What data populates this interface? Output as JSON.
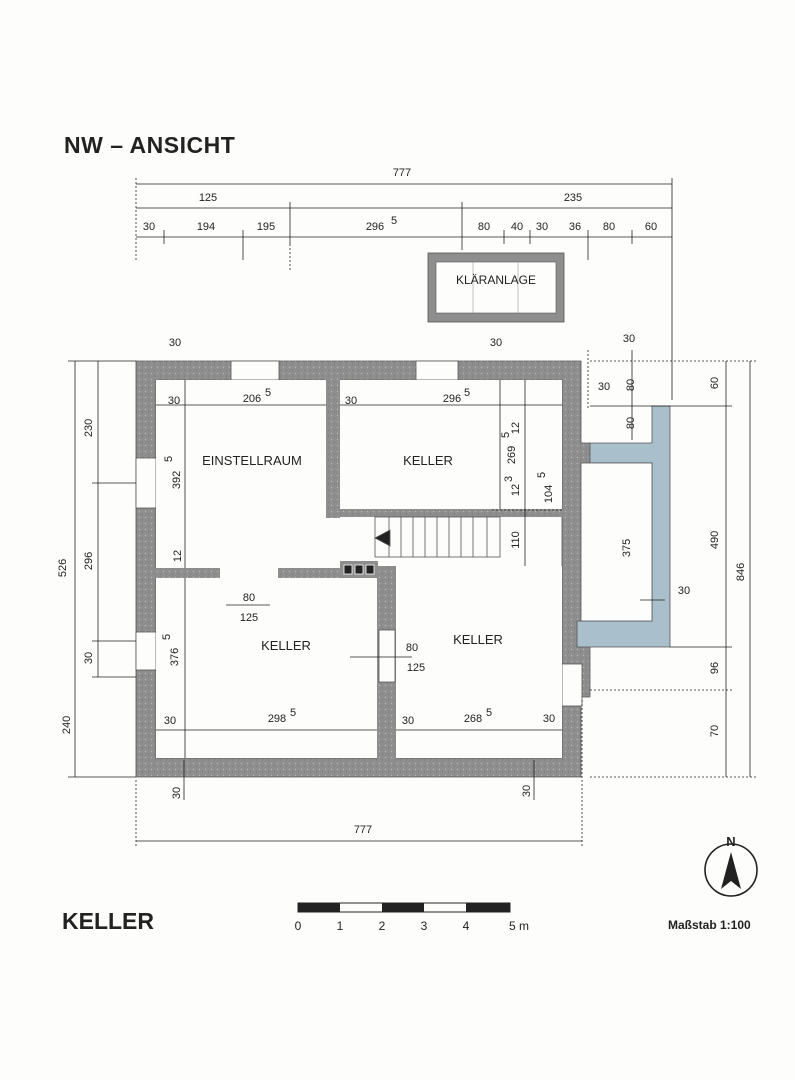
{
  "view_title": "NW – ANSICHT",
  "floor_title": "KELLER",
  "scale_label": "Maßstab 1:100",
  "north_label": "N",
  "scale_bar_labels": [
    "0",
    "1",
    "2",
    "3",
    "4",
    "5 m"
  ],
  "rooms": {
    "einstellraum": "EINSTELLRAUM",
    "keller_ne": "KELLER",
    "keller_sw": "KELLER",
    "keller_se": "KELLER",
    "klaeranlage": "KLÄRANLAGE"
  },
  "dimensions": {
    "top_total": "777",
    "top_125": "125",
    "top_235": "235",
    "top_30a": "30",
    "top_194": "194",
    "top_195": "195",
    "top_296": "296",
    "top_296_sup": "5",
    "top_80a": "80",
    "top_40": "40",
    "top_30b": "30",
    "top_36": "36",
    "top_80b": "80",
    "top_60": "60",
    "wall_30_left": "30",
    "wall_30_mid": "30",
    "wall_30_right": "30",
    "left_526": "526",
    "left_230": "230",
    "left_296": "296",
    "left_30": "30",
    "left_240": "240",
    "r1_30": "30",
    "r1_206": "206",
    "r1_206_sup": "5",
    "r2_30": "30",
    "r2_296": "296",
    "r2_296_sup": "5",
    "r1_392": "392",
    "r1_392_sup": "5",
    "r1_12": "12",
    "r2_269": "269",
    "r2_269_sup": "5",
    "r2_12": "12",
    "stair_12": "12",
    "stair_12_sup": "3",
    "stair_104": "104",
    "stair_104_sup": "5",
    "stair_110": "110",
    "door1_80": "80",
    "door1_125": "125",
    "door2_80": "80",
    "door2_125": "125",
    "r3_376": "376",
    "r3_376_sup": "5",
    "r3_30": "30",
    "r3_298": "298",
    "r3_298_sup": "5",
    "r4_30a": "30",
    "r4_268": "268",
    "r4_268_sup": "5",
    "r4_30b": "30",
    "bottom_30a": "30",
    "bottom_30b": "30",
    "bottom_total": "777",
    "right_30_top": "30",
    "right_30": "30",
    "right_80a": "80",
    "right_80b": "80",
    "right_375": "375",
    "right_30b": "30",
    "right_60": "60",
    "right_490": "490",
    "right_96": "96",
    "right_70": "70",
    "right_846": "846"
  },
  "colors": {
    "wall": "#8e8e8e",
    "wall_speckle": "#b5b5b5",
    "shaft": "#a9bfcb",
    "paper": "#fdfdfb",
    "ink": "#222222"
  }
}
